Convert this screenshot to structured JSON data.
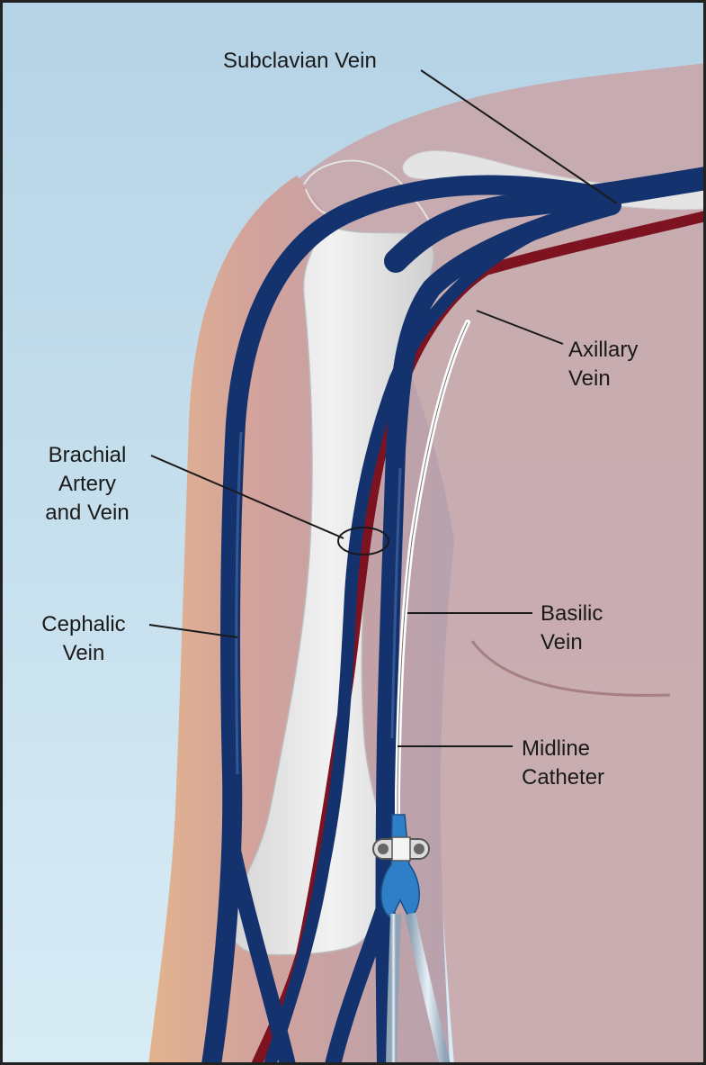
{
  "labels": {
    "subclavian": "Subclavian Vein",
    "axillary": "Axillary\nVein",
    "brachial": "Brachial\nArtery\nand Vein",
    "cephalic": "Cephalic\nVein",
    "basilic": "Basilic\nVein",
    "midline": "Midline\nCatheter"
  },
  "colors": {
    "vein": "#14336e",
    "artery": "#7d1220",
    "bone": "#e6e6e6",
    "background": "#c6e0ee",
    "skin": "#c9a3a0",
    "catheter_hub": "#2f7fc8"
  }
}
